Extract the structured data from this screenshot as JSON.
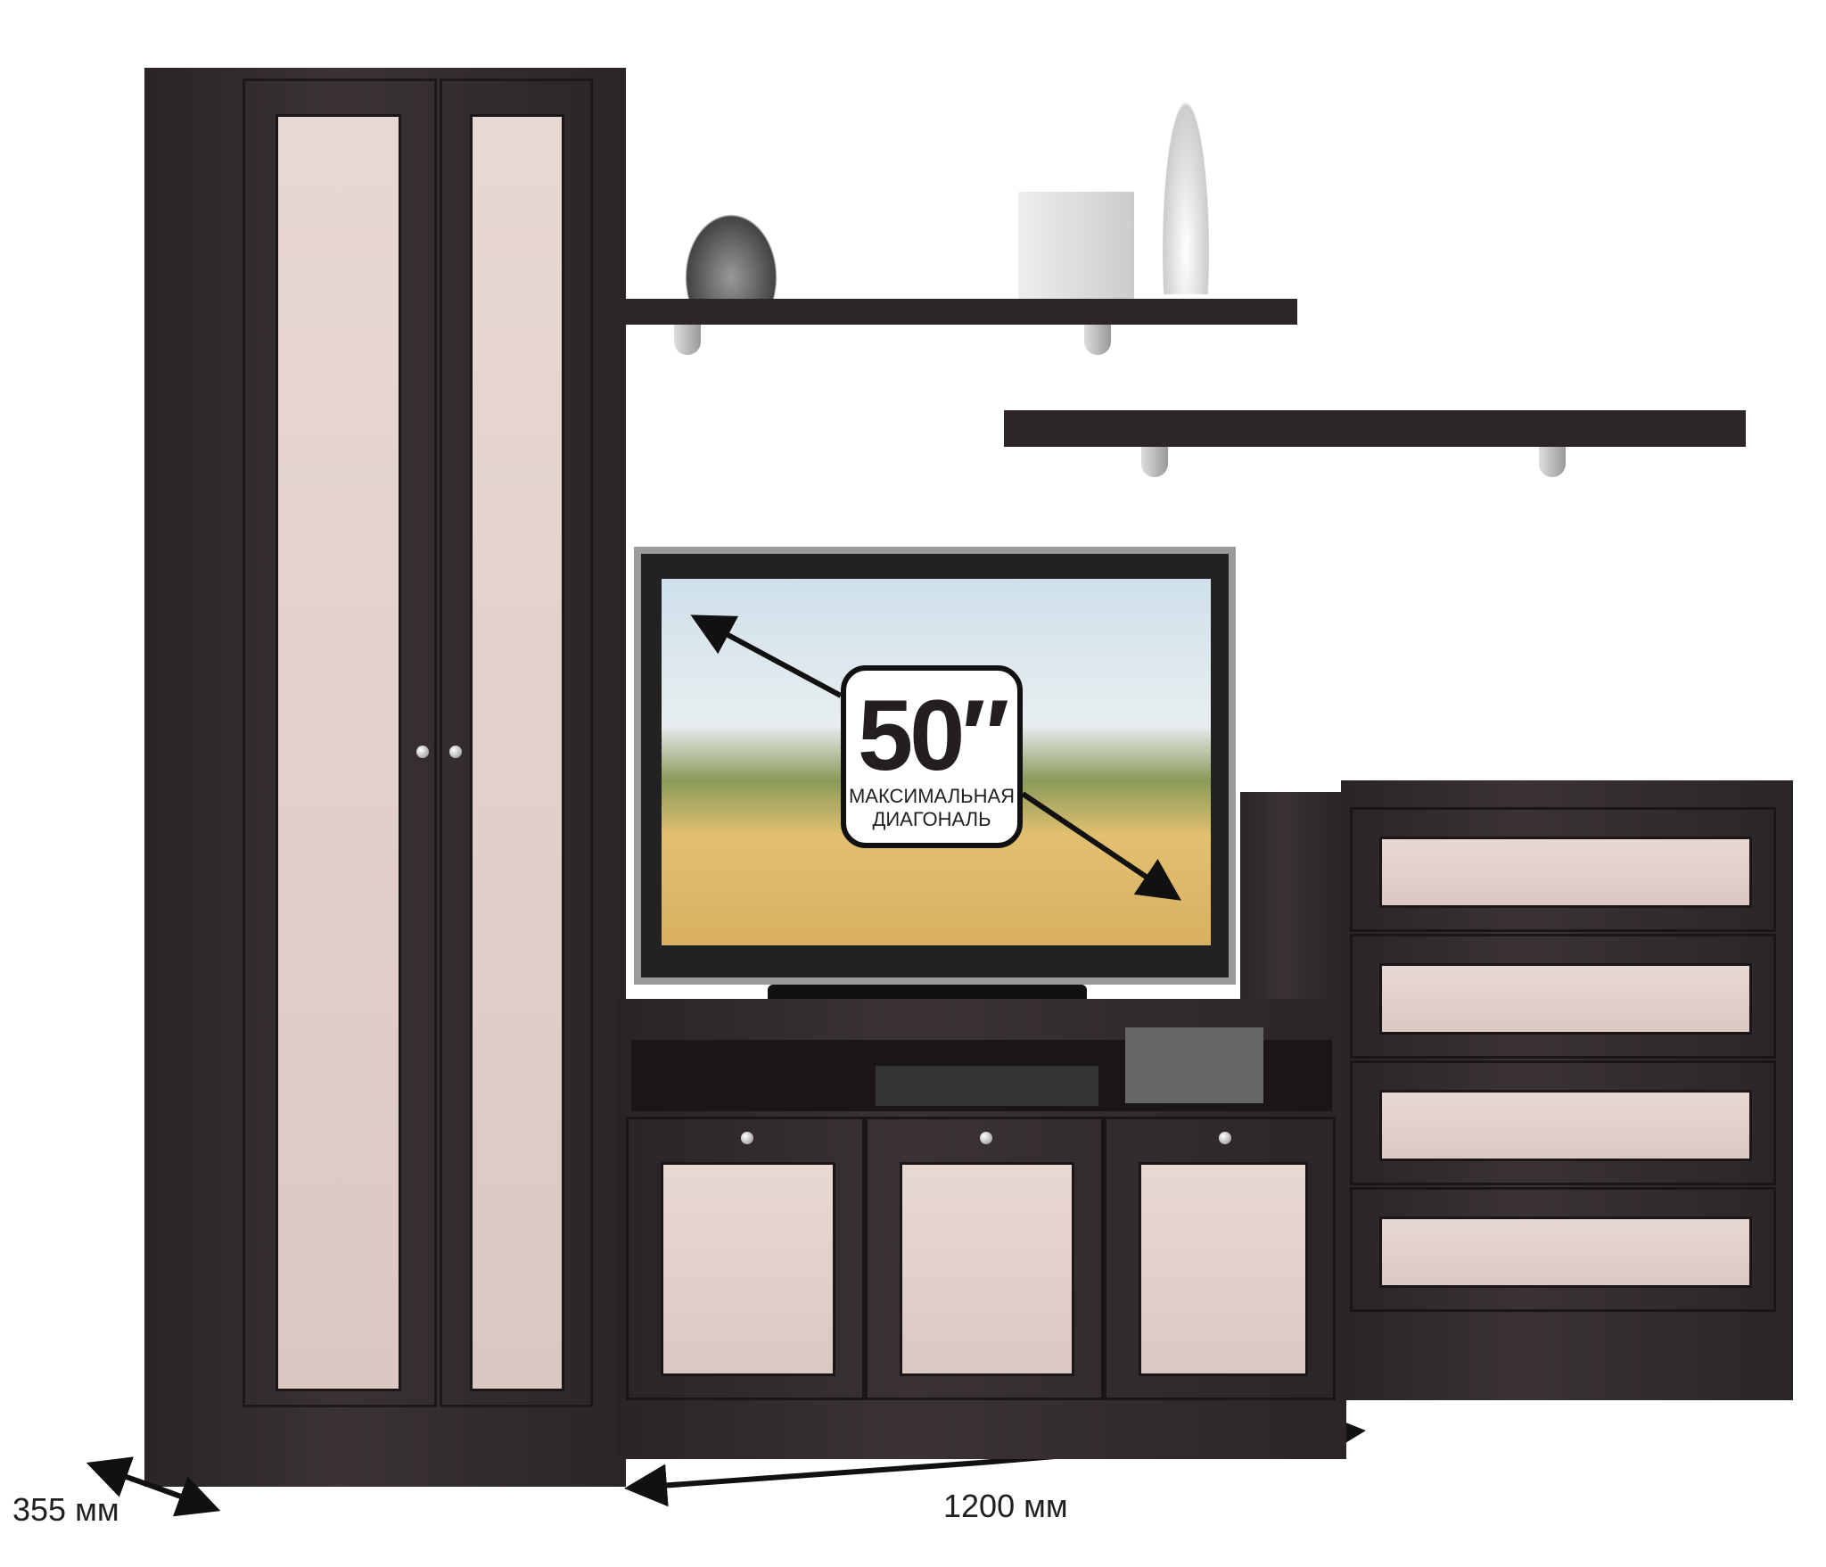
{
  "tv_label": {
    "size": "50″",
    "line1": "МАКСИМАЛЬНАЯ",
    "line2": "ДИАГОНАЛЬ"
  },
  "dimensions": {
    "depth": "355 мм",
    "width": "1200 мм"
  },
  "colors": {
    "wood": "#2c2628",
    "panel": "#e2d0ca"
  }
}
